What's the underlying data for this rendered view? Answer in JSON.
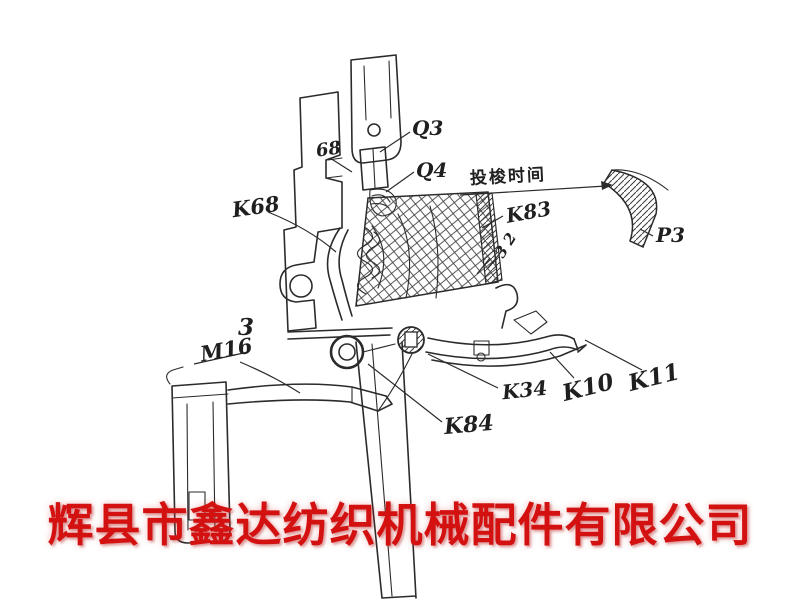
{
  "figure": {
    "type": "technical-parts-diagram",
    "labels": {
      "q3": "Q3",
      "n68": "68",
      "q4": "Q4",
      "k68": "K68",
      "timing": "投梭时间",
      "k83": "K83",
      "p3": "P3",
      "n32": "32",
      "n3": "3",
      "m16": "M16",
      "k34": "K34",
      "k10": "K10",
      "k11": "K11",
      "k84": "K84"
    },
    "watermark": "辉县市鑫达纺织机械配件有限公司",
    "colors": {
      "ink": "#2b2b2b",
      "watermark": "#d31111",
      "background": "#ffffff"
    }
  }
}
